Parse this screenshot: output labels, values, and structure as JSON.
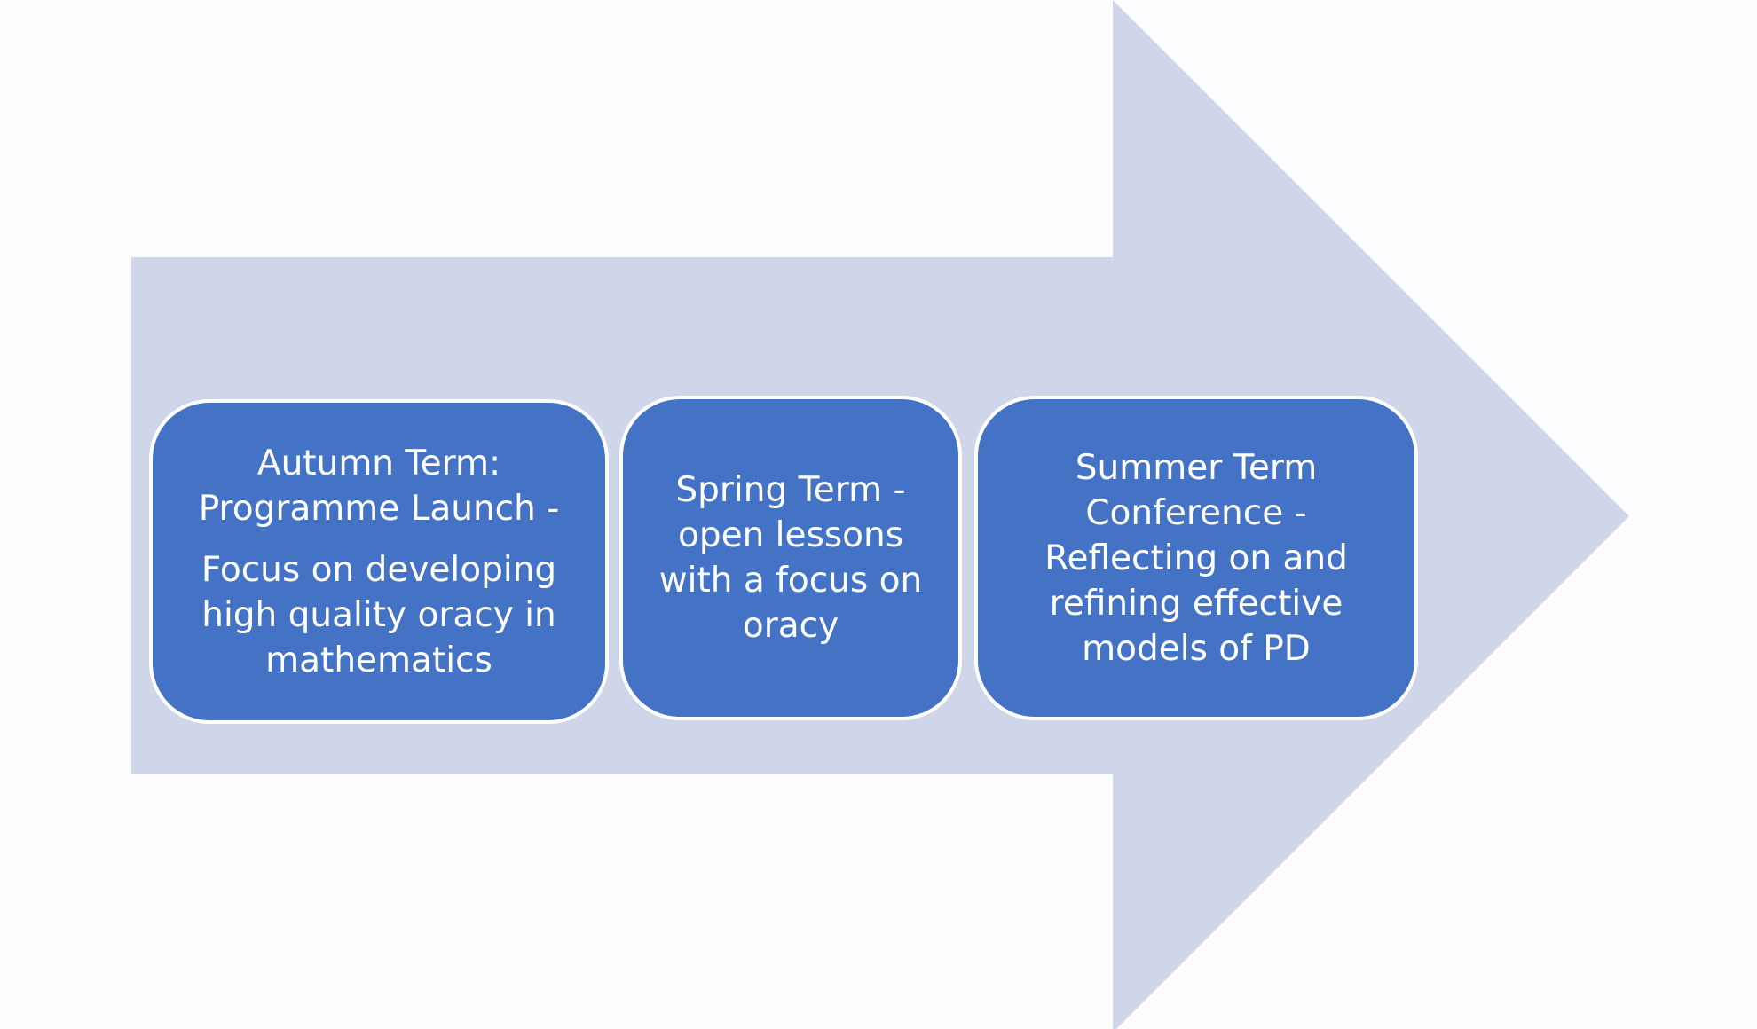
{
  "diagram": {
    "arrow_color": "#d0d6ea",
    "box_color": "#4472c4",
    "box_border_color": "#ffffff",
    "text_color": "#ffffff",
    "background_color": "#fdfdff",
    "stages": [
      {
        "lines": [
          "Autumn Term: Programme Launch -",
          "Focus on developing high quality oracy in mathematics"
        ]
      },
      {
        "lines": [
          "Spring Term - open lessons with a focus on oracy"
        ]
      },
      {
        "lines": [
          "Summer Term Conference - Reflecting on and refining effective models of PD"
        ]
      }
    ]
  }
}
